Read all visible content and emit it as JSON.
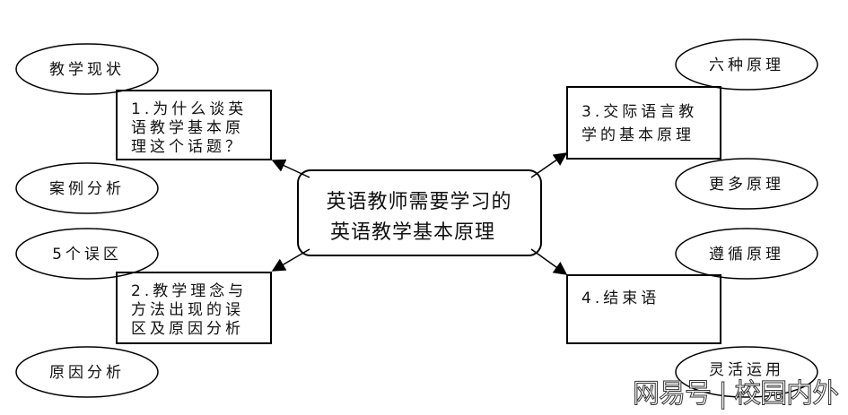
{
  "center": {
    "line1": "英语教师需要学习的",
    "line2": "英语教学基本原理"
  },
  "boxes": [
    {
      "lines": [
        "1.为什么谈英",
        "语教学基本原",
        "理这个话题？"
      ]
    },
    {
      "lines": [
        "2.教学理念与",
        "方法出现的误",
        "区及原因分析"
      ]
    },
    {
      "lines": [
        "3.交际语言教",
        "学的基本原理"
      ]
    },
    {
      "lines": [
        "4.结束语"
      ]
    }
  ],
  "ellipses": [
    "教学现状",
    "案例分析",
    "5个误区",
    "原因分析",
    "六种原理",
    "更多原理",
    "遵循原理",
    "灵活运用"
  ],
  "watermark": "网易号 | 校园内外"
}
